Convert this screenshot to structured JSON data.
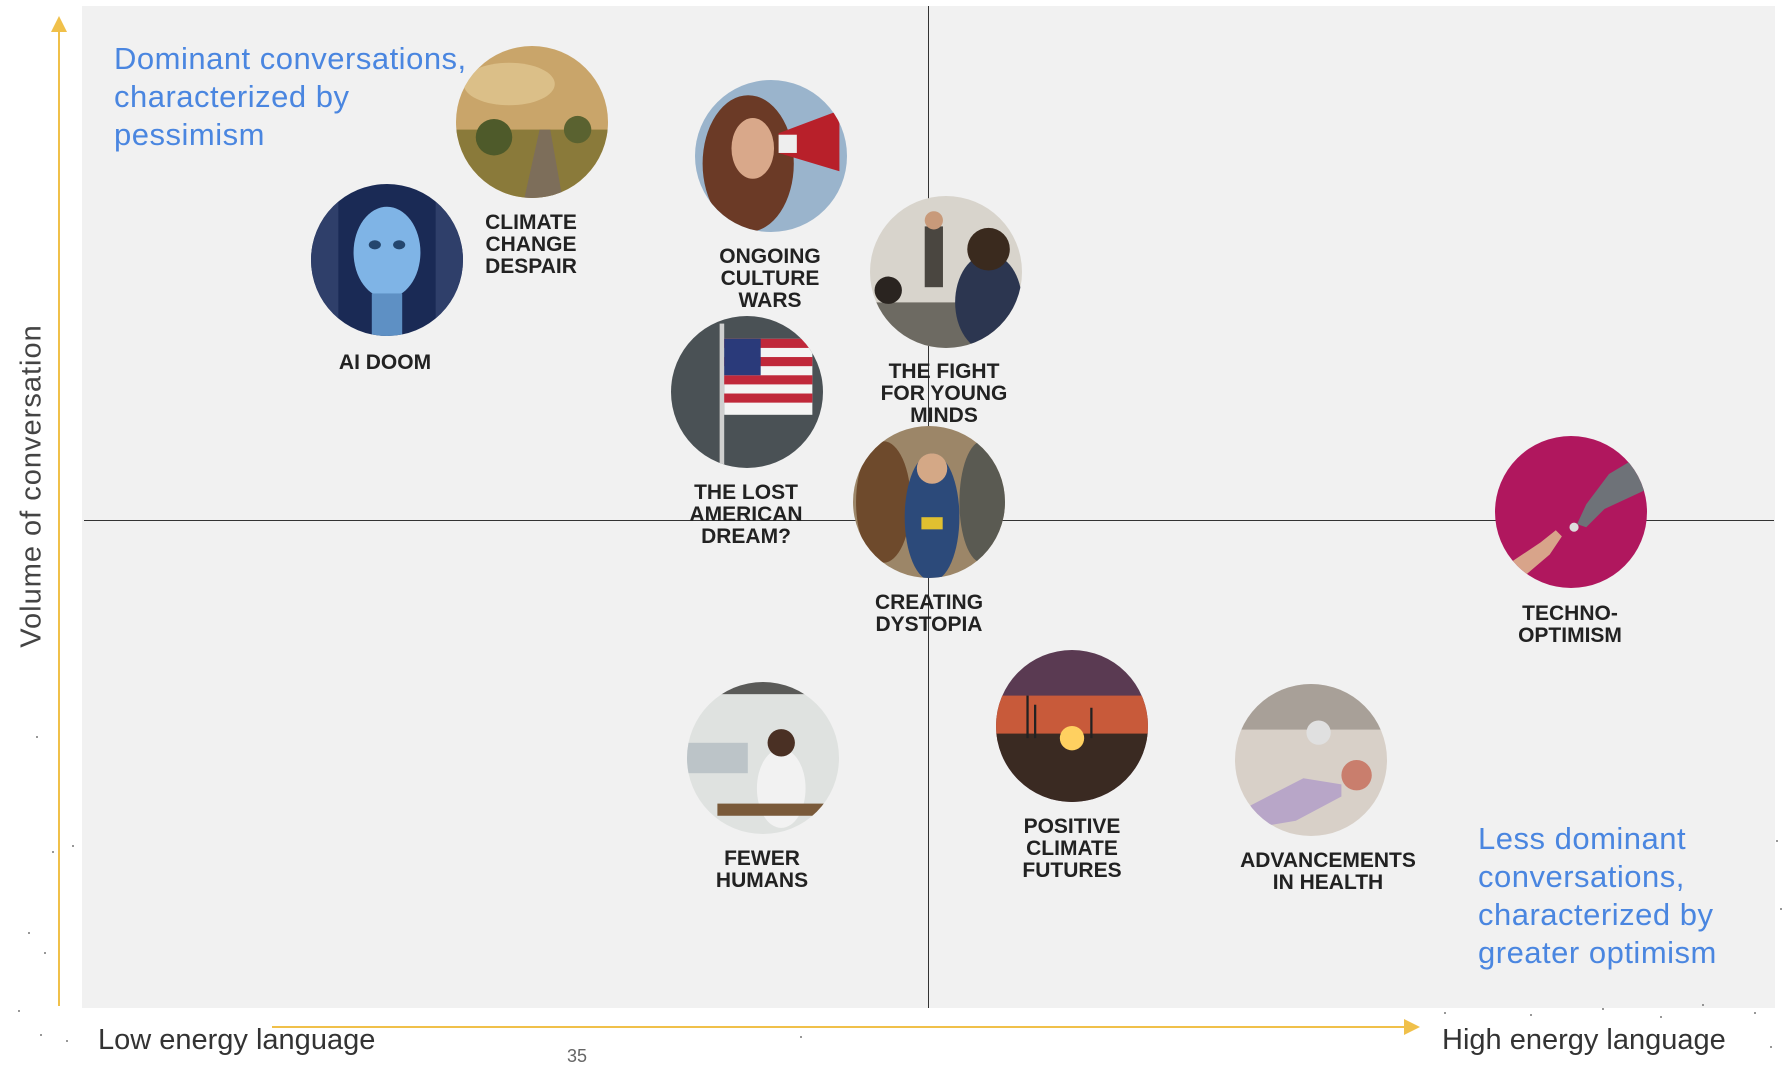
{
  "chart_data": {
    "type": "scatter",
    "title": "",
    "xlabel_low": "Low energy language",
    "xlabel_high": "High energy language",
    "ylabel": "Volume of conversation",
    "points": [
      {
        "label": "CLIMATE\nCHANGE\nDESPAIR",
        "image": "wildfire-road"
      },
      {
        "label": "AI DOOM",
        "image": "robot-face"
      },
      {
        "label": "ONGOING\nCULTURE\nWARS",
        "image": "megaphone-protester"
      },
      {
        "label": "THE FIGHT\nFOR YOUNG\nMINDS",
        "image": "classroom"
      },
      {
        "label": "THE LOST\nAMERICAN\nDREAM?",
        "image": "american-flag"
      },
      {
        "label": "CREATING\nDYSTOPIA",
        "image": "wasteland-characters"
      },
      {
        "label": "TECHNO-\nOPTIMISM",
        "image": "robot-hand"
      },
      {
        "label": "FEWER\nHUMANS",
        "image": "woman-in-cafe"
      },
      {
        "label": "POSITIVE\nCLIMATE\nFUTURES",
        "image": "sunset-wind-turbines"
      },
      {
        "label": "ADVANCEMENTS\nIN HEALTH",
        "image": "lab-gloved-hand"
      }
    ],
    "annotations": {
      "top_left": "Dominant conversations, characterized by pessimism",
      "bottom_right": "Less dominant conversations, characterized by greater optimism"
    }
  },
  "page_number": "35",
  "colors": {
    "note": "#4a86e0",
    "arrow": "#f0c04a",
    "panel": "#f1f1f1"
  }
}
